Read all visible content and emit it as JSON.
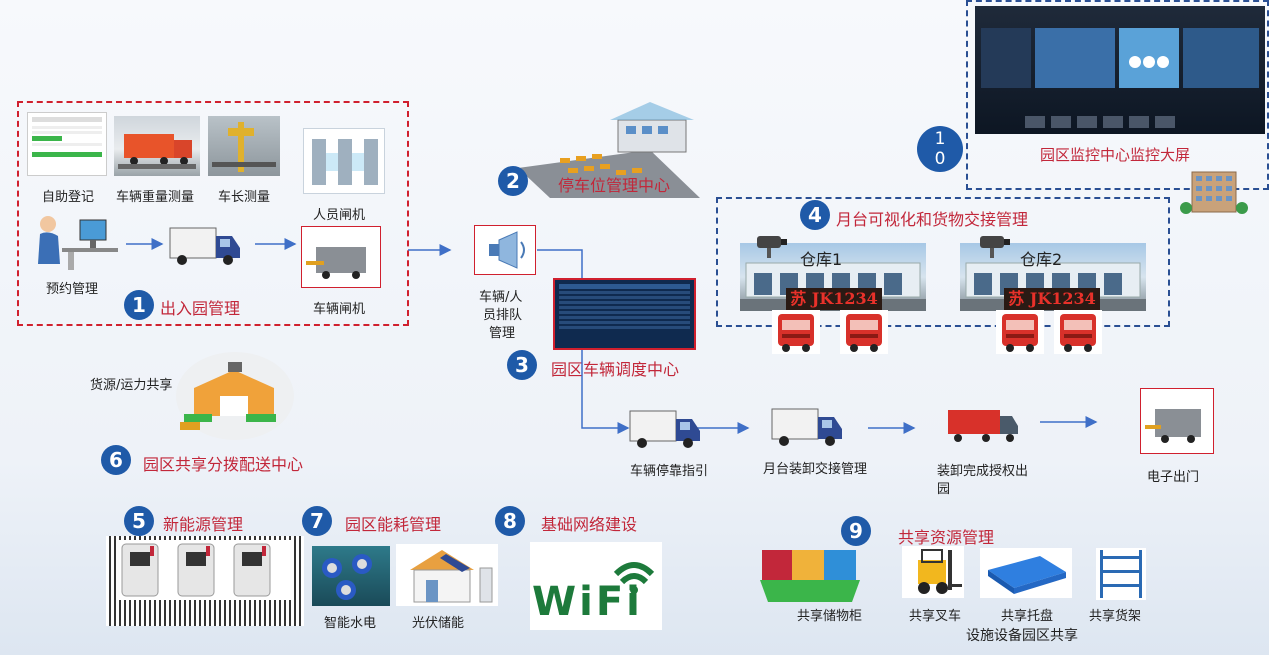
{
  "sections": {
    "s1": {
      "num": "1",
      "title": "出入园管理"
    },
    "s2": {
      "num": "2",
      "title": "停车位管理中心"
    },
    "s3": {
      "num": "3",
      "title": "园区车辆调度中心"
    },
    "s4": {
      "num": "4",
      "title": "月台可视化和货物交接管理"
    },
    "s5": {
      "num": "5",
      "title": "新能源管理"
    },
    "s6": {
      "num": "6",
      "title": "园区共享分拨配送中心"
    },
    "s7": {
      "num": "7",
      "title": "园区能耗管理"
    },
    "s8": {
      "num": "8",
      "title": "基础网络建设"
    },
    "s9": {
      "num": "9",
      "title": "共享资源管理"
    },
    "s10": {
      "num_line1": "1",
      "num_line2": "0",
      "title": "园区监控中心监控大屏"
    }
  },
  "labels": {
    "self_register": "自助登记",
    "truck_weight": "车辆重量测量",
    "truck_length": "车长测量",
    "person_gate": "人员闸机",
    "reservation": "预约管理",
    "vehicle_gate": "车辆闸机",
    "queue_line1": "车辆/人",
    "queue_line2": "员排队",
    "queue_line3": "管理",
    "warehouse1": "仓库1",
    "warehouse2": "仓库2",
    "plate1": "苏 JK1234",
    "plate2": "苏 JK1234",
    "cargo_share": "货源/运力共享",
    "parking_guide": "车辆停靠指引",
    "platform_handover": "月台装卸交接管理",
    "exit_auth_line1": "装卸完成授权出",
    "exit_auth_line2": "园",
    "e_exit": "电子出门",
    "smart_meter": "智能水电",
    "pv_storage": "光伏储能",
    "wifi": "WiFi",
    "locker": "共享储物柜",
    "forklift": "共享叉车",
    "pallet": "共享托盘",
    "shelf": "共享货架",
    "facility_share": "设施设备园区共享"
  },
  "colors": {
    "accent_red": "#c2273a",
    "number_blue": "#1f5aa8",
    "arrow_blue": "#3f6fc7",
    "wifi_green": "#1d7a3b"
  }
}
